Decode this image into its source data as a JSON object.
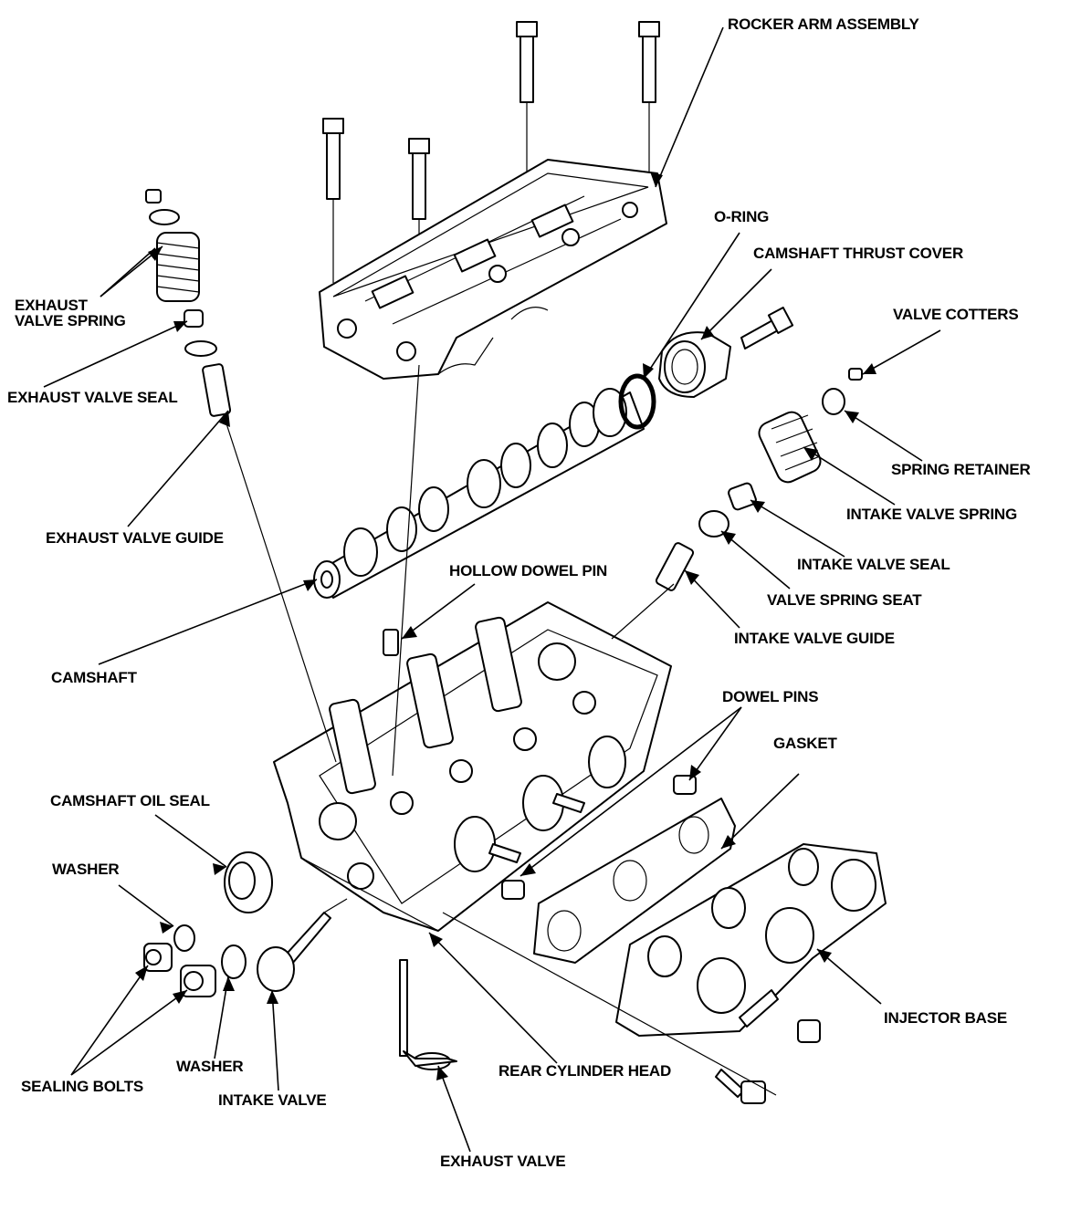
{
  "labels": {
    "rocker_arm_assembly": "ROCKER ARM ASSEMBLY",
    "o_ring": "O-RING",
    "camshaft_thrust_cover": "CAMSHAFT THRUST COVER",
    "valve_cotters": "VALVE COTTERS",
    "exhaust_valve_spring_1": "EXHAUST",
    "exhaust_valve_spring_2": "VALVE SPRING",
    "exhaust_valve_seal": "EXHAUST VALVE SEAL",
    "spring_retainer": "SPRING RETAINER",
    "intake_valve_spring": "INTAKE VALVE SPRING",
    "exhaust_valve_guide": "EXHAUST VALVE GUIDE",
    "intake_valve_seal": "INTAKE VALVE SEAL",
    "hollow_dowel_pin": "HOLLOW DOWEL PIN",
    "valve_spring_seat": "VALVE SPRING SEAT",
    "intake_valve_guide": "INTAKE VALVE GUIDE",
    "camshaft": "CAMSHAFT",
    "dowel_pins": "DOWEL PINS",
    "gasket": "GASKET",
    "camshaft_oil_seal": "CAMSHAFT OIL SEAL",
    "washer_top": "WASHER",
    "injector_base": "INJECTOR BASE",
    "washer_bottom": "WASHER",
    "rear_cylinder_head": "REAR CYLINDER HEAD",
    "sealing_bolts": "SEALING BOLTS",
    "intake_valve": "INTAKE VALVE",
    "exhaust_valve": "EXHAUST VALVE"
  }
}
